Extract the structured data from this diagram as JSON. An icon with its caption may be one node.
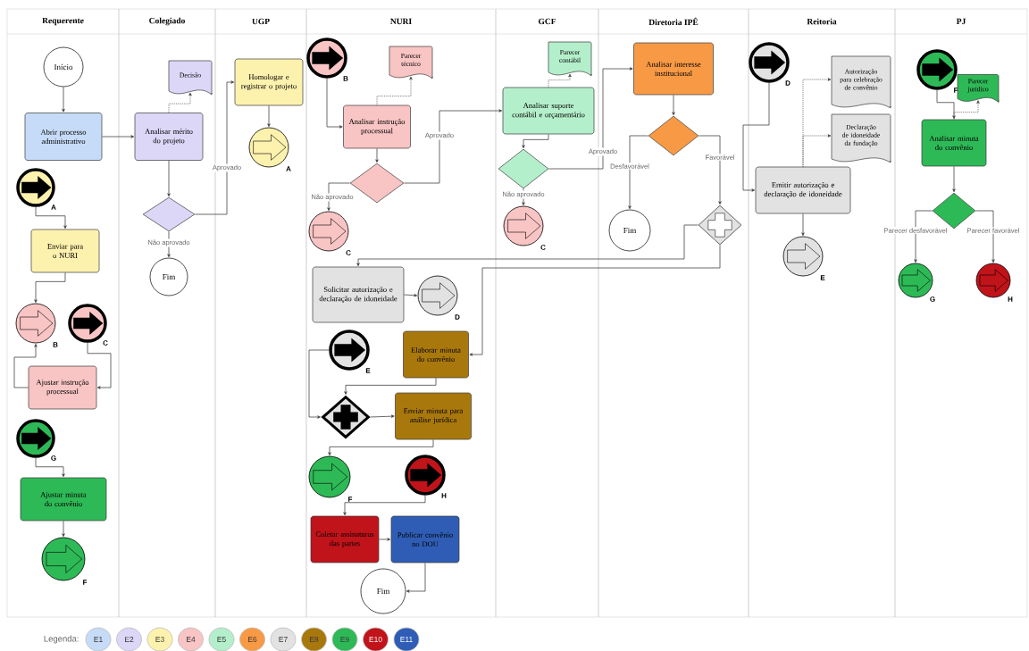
{
  "diagram": {
    "nodes": [
      {
        "text": [
          "Requerente"
        ]
      },
      {
        "text": [
          "Colegiado"
        ]
      },
      {
        "text": [
          "UGP"
        ]
      },
      {
        "text": [
          "NURI"
        ]
      },
      {
        "text": [
          "GCF"
        ]
      },
      {
        "text": [
          "Diretoria IPÊ"
        ]
      },
      {
        "text": [
          "Reitoria"
        ]
      },
      {
        "text": [
          "PJ"
        ]
      },
      {
        "text": [
          "Início"
        ],
        "in": 0
      },
      {
        "text": [
          "Abrir processo administrativo"
        ],
        "in": 0
      },
      {
        "text": [],
        "shape": "circle",
        "beside": [
          "A"
        ],
        "in": 0
      },
      {
        "text": [
          "Enviar para o NURI"
        ],
        "in": 0
      },
      {
        "text": [],
        "shape": "circle",
        "beside": [
          "B"
        ],
        "in": 0
      },
      {
        "text": [],
        "shape": "circle",
        "beside": [
          "C"
        ],
        "in": 0
      },
      {
        "text": [
          "Ajustar instrução processual"
        ],
        "in": 0
      },
      {
        "text": [],
        "shape": "circle",
        "beside": [
          "G"
        ],
        "in": 0
      },
      {
        "text": [
          "Ajustar minuta do convênio"
        ],
        "in": 0
      },
      {
        "text": [],
        "shape": "circle",
        "beside": [
          "F"
        ],
        "in": 0
      },
      {
        "text": [
          "Analisar mérito do projeto"
        ],
        "in": 1
      },
      {
        "text": [
          "Decisão"
        ],
        "in": 1
      },
      {
        "text": [],
        "shape": "diamond",
        "in": 1
      },
      {
        "text": [
          "Fim"
        ],
        "in": 1
      },
      {
        "text": [
          "Homologar e registrar o projeto"
        ],
        "in": 2
      },
      {
        "text": [],
        "shape": "circle",
        "beside": [
          "A"
        ],
        "in": 2
      },
      {
        "text": [],
        "shape": "circle",
        "beside": [
          "B"
        ],
        "in": 3
      },
      {
        "text": [
          "Parecer técnico"
        ],
        "in": 3
      },
      {
        "text": [
          "Analisar instrução processual"
        ],
        "in": 3
      },
      {
        "text": [],
        "shape": "diamond",
        "in": 3
      },
      {
        "text": [],
        "shape": "circle",
        "beside": [
          "C"
        ],
        "in": 3
      },
      {
        "text": [
          "Solicitar autorização e declaração de idoneidade"
        ],
        "in": 3
      },
      {
        "text": [],
        "shape": "circle",
        "beside": [
          "D"
        ],
        "in": 3
      },
      {
        "text": [],
        "shape": "circle",
        "beside": [
          "E"
        ],
        "in": 3
      },
      {
        "text": [
          "Elaborar minuta do convênio"
        ],
        "in": 3
      },
      {
        "text": [],
        "shape": "diamond",
        "in": 3
      },
      {
        "text": [
          "Enviar minuta para análise jurídica"
        ],
        "in": 3
      },
      {
        "text": [],
        "shape": "circle",
        "beside": [
          "F"
        ],
        "in": 3
      },
      {
        "text": [],
        "shape": "circle",
        "beside": [
          "H"
        ],
        "in": 3
      },
      {
        "text": [
          "Coletar assinaturas das partes"
        ],
        "in": 3
      },
      {
        "text": [
          "Publicar convênio no DOU"
        ],
        "in": 3
      },
      {
        "text": [
          "Fim"
        ],
        "in": 3
      },
      {
        "text": [
          "Parecer contábil"
        ],
        "in": 4
      },
      {
        "text": [
          "Analisar suporte contábil e orçamentário"
        ],
        "in": 4
      },
      {
        "text": [],
        "shape": "diamond",
        "in": 4
      },
      {
        "text": [],
        "shape": "circle",
        "beside": [
          "C"
        ],
        "in": 4
      },
      {
        "text": [
          "Analisar interesse institucional"
        ],
        "in": 5
      },
      {
        "text": [],
        "shape": "diamond",
        "in": 5
      },
      {
        "text": [
          "Fim"
        ],
        "in": 5
      },
      {
        "text": [],
        "shape": "diamond",
        "in": 5
      },
      {
        "text": [],
        "shape": "circle",
        "beside": [
          "D"
        ],
        "in": 6
      },
      {
        "text": [
          "Autorização para celebração de convênio"
        ],
        "in": 6
      },
      {
        "text": [
          "Declaração de idoneidade da fundação"
        ],
        "in": 6
      },
      {
        "text": [
          "Emitir autorização e declaração de idoneidade"
        ],
        "in": 6
      },
      {
        "text": [],
        "shape": "circle",
        "beside": [
          "E"
        ],
        "in": 6
      },
      {
        "text": [],
        "shape": "circle",
        "beside": [
          "F"
        ],
        "in": 7
      },
      {
        "text": [
          "Parecer jurídico"
        ],
        "in": 7
      },
      {
        "text": [
          "Analisar minuta do convênio"
        ],
        "in": 7
      },
      {
        "text": [],
        "shape": "diamond",
        "in": 7
      },
      {
        "text": [],
        "shape": "circle",
        "beside": [
          "G"
        ],
        "in": 7
      },
      {
        "text": [],
        "shape": "circle",
        "beside": [
          "H"
        ],
        "in": 7
      }
    ],
    "edges": [
      {
        "from": 8,
        "to": 9,
        "arrow": "to"
      },
      {
        "from": 9,
        "to": 18,
        "arrow": "to"
      },
      {
        "from": 18,
        "to": 19,
        "arrow": "to",
        "style": "dashed"
      },
      {
        "from": 18,
        "to": 20,
        "arrow": "to"
      },
      {
        "from": 20,
        "to": 22,
        "arrow": "to",
        "label": "Aprovado"
      },
      {
        "from": 20,
        "to": 21,
        "arrow": "to",
        "label": "Não aprovado"
      },
      {
        "from": 22,
        "to": 23,
        "arrow": "to"
      },
      {
        "from": 10,
        "to": 11,
        "arrow": "to"
      },
      {
        "from": 11,
        "to": 12,
        "arrow": "to"
      },
      {
        "from": 13,
        "to": 14,
        "arrow": "to"
      },
      {
        "from": 14,
        "to": 12,
        "arrow": "to"
      },
      {
        "from": 15,
        "to": 16,
        "arrow": "to"
      },
      {
        "from": 16,
        "to": 17,
        "arrow": "to"
      },
      {
        "from": 24,
        "to": 26,
        "arrow": "to"
      },
      {
        "from": 26,
        "to": 25,
        "arrow": "to",
        "style": "dashed"
      },
      {
        "from": 26,
        "to": 27,
        "arrow": "to"
      },
      {
        "from": 27,
        "to": 28,
        "arrow": "to",
        "label": "Não aprovado"
      },
      {
        "from": 27,
        "to": 41,
        "arrow": "to",
        "label": "Aprovado"
      },
      {
        "from": 41,
        "to": 40,
        "arrow": "to",
        "style": "dashed"
      },
      {
        "from": 41,
        "to": 42,
        "arrow": "to"
      },
      {
        "from": 42,
        "to": 43,
        "arrow": "to",
        "label": "Não aprovado"
      },
      {
        "from": 42,
        "to": 44,
        "arrow": "to",
        "label": "Aprovado"
      },
      {
        "from": 44,
        "to": 45,
        "arrow": "to"
      },
      {
        "from": 45,
        "to": 46,
        "arrow": "to",
        "label": "Desfavorável"
      },
      {
        "from": 45,
        "to": 47,
        "arrow": "to",
        "label": "Favorável"
      },
      {
        "from": 47,
        "to": 29,
        "arrow": "to"
      },
      {
        "from": 47,
        "to": 32,
        "arrow": "to"
      },
      {
        "from": 29,
        "to": 30,
        "arrow": "to"
      },
      {
        "from": 48,
        "to": 51,
        "arrow": "to"
      },
      {
        "from": 51,
        "to": 49,
        "arrow": "to",
        "style": "dashed"
      },
      {
        "from": 51,
        "to": 50,
        "arrow": "to",
        "style": "dashed"
      },
      {
        "from": 51,
        "to": 52,
        "arrow": "to"
      },
      {
        "from": 31,
        "to": 33,
        "arrow": "to"
      },
      {
        "from": 32,
        "to": 33,
        "arrow": "to"
      },
      {
        "from": 33,
        "to": 34,
        "arrow": "to"
      },
      {
        "from": 34,
        "to": 35,
        "arrow": "to"
      },
      {
        "from": 36,
        "to": 37,
        "arrow": "to"
      },
      {
        "from": 37,
        "to": 38,
        "arrow": "to"
      },
      {
        "from": 38,
        "to": 39,
        "arrow": "to"
      },
      {
        "from": 53,
        "to": 55,
        "arrow": "to"
      },
      {
        "from": 55,
        "to": 54,
        "arrow": "to",
        "style": "dashed"
      },
      {
        "from": 55,
        "to": 56,
        "arrow": "to"
      },
      {
        "from": 56,
        "to": 57,
        "arrow": "to",
        "label": "Parecer desfavorável"
      },
      {
        "from": 56,
        "to": 58,
        "arrow": "to",
        "label": "Parecer favorável"
      }
    ],
    "labels": [
      "Legenda:"
    ],
    "legend": [
      {
        "text": "E1",
        "color": "#c6dbf7"
      },
      {
        "text": "E2",
        "color": "#dcd6f7"
      },
      {
        "text": "E3",
        "color": "#fdf1ae"
      },
      {
        "text": "E4",
        "color": "#f8c4c4"
      },
      {
        "text": "E5",
        "color": "#b4efcb"
      },
      {
        "text": "E6",
        "color": "#f89a45"
      },
      {
        "text": "E7",
        "color": "#e2e2e2"
      },
      {
        "text": "E8",
        "color": "#a9780d"
      },
      {
        "text": "E9",
        "color": "#2eb957"
      },
      {
        "text": "E10",
        "color": "#c0131a"
      },
      {
        "text": "E11",
        "color": "#2f5db5"
      }
    ]
  }
}
